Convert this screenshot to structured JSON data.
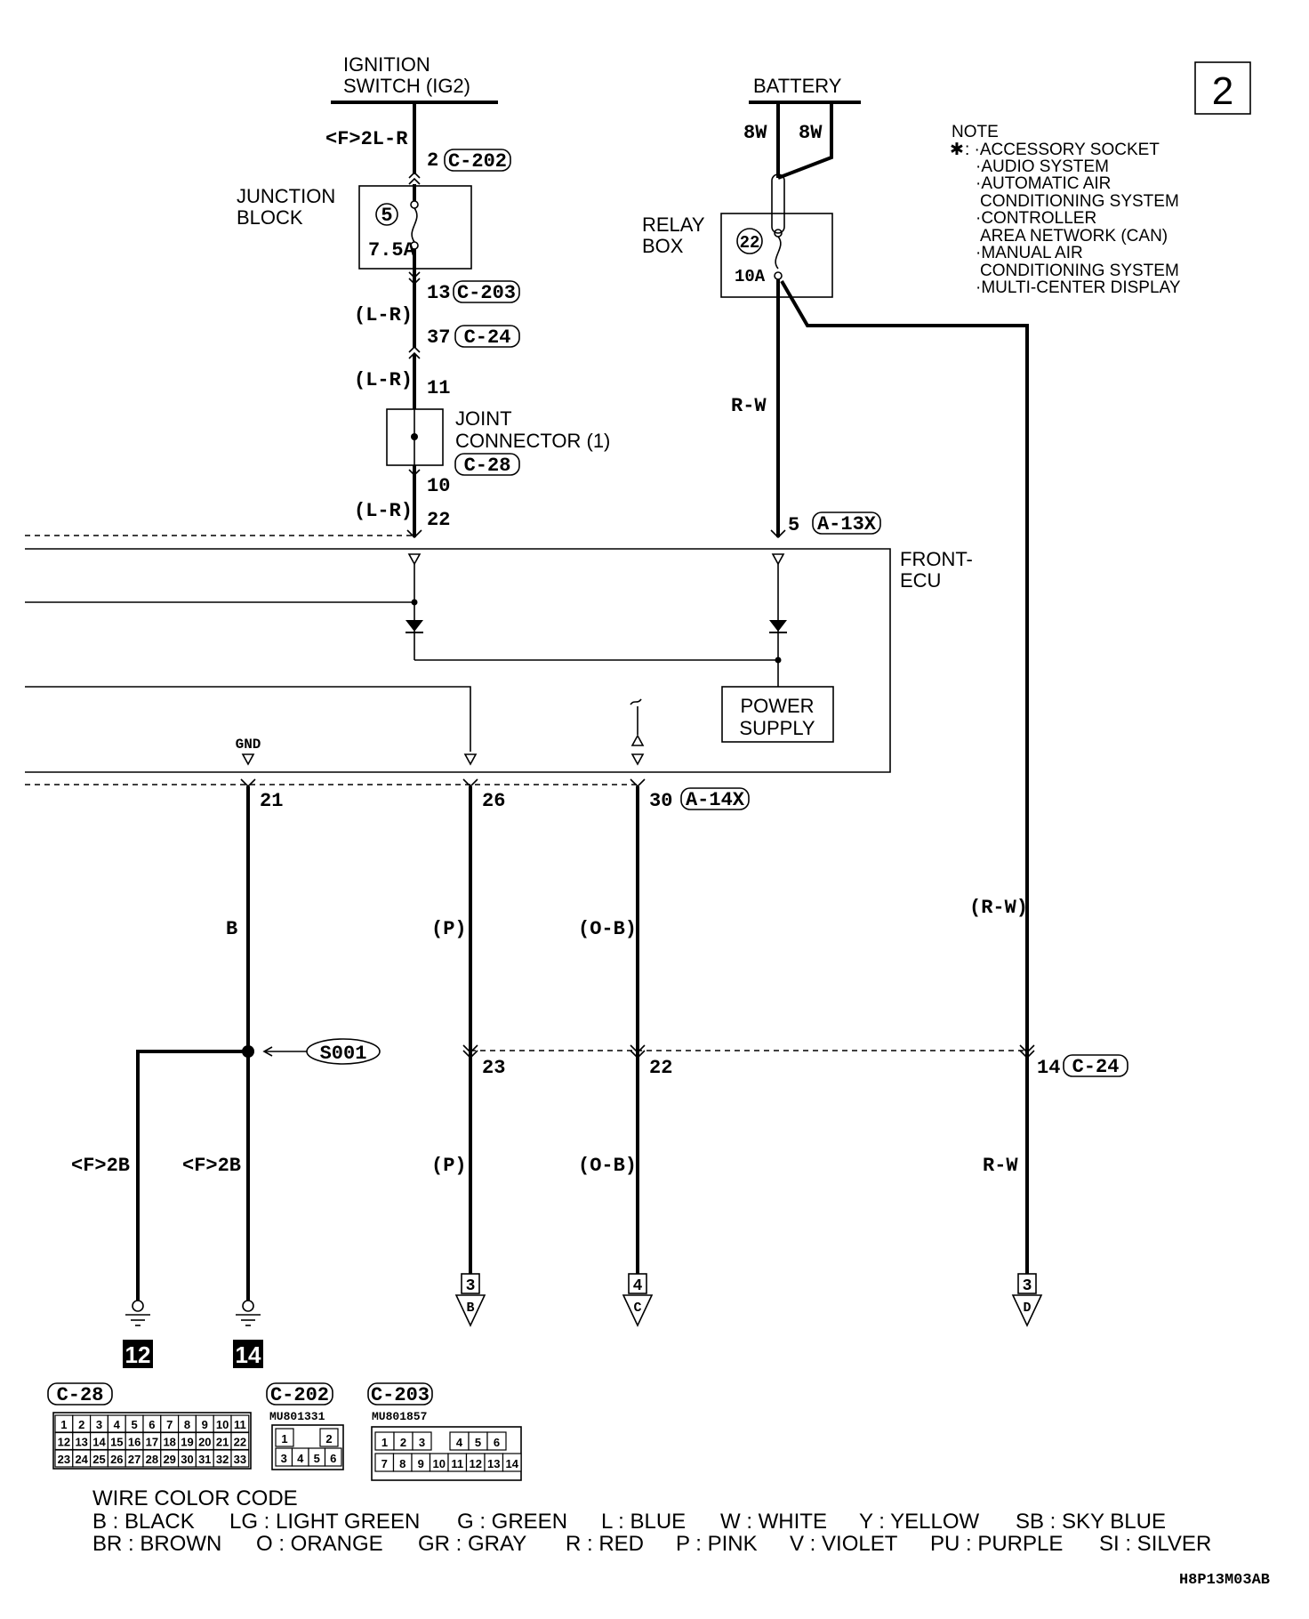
{
  "page_number": "2",
  "note": {
    "heading": "NOTE",
    "star": "✱",
    "lines": [
      ": ·ACCESSORY SOCKET",
      "·AUDIO SYSTEM",
      "·AUTOMATIC AIR",
      "CONDITIONING SYSTEM",
      "·CONTROLLER",
      "AREA NETWORK (CAN)",
      "·MANUAL AIR",
      "CONDITIONING SYSTEM",
      "·MULTI-CENTER DISPLAY"
    ]
  },
  "ignition": {
    "title_1": "IGNITION",
    "title_2": "SWITCH (IG2)",
    "wire_label": "<F>2L-R",
    "pin": "2",
    "connector": "C-202"
  },
  "junction_block": {
    "title_1": "JUNCTION",
    "title_2": "BLOCK",
    "fuse_no": "5",
    "fuse_rating": "7.5A",
    "out_pin": "13",
    "out_connector": "C-203"
  },
  "wire_lr_1": "(L-R)",
  "c24_pin": "37",
  "c24_connector": "C-24",
  "wire_lr_2": "(L-R)",
  "joint": {
    "in_pin": "11",
    "title_1": "JOINT",
    "title_2": "CONNECTOR (1)",
    "connector": "C-28",
    "out_pin": "10"
  },
  "wire_lr_3": "(L-R)",
  "ecu_pin_22": "22",
  "battery": {
    "title": "BATTERY",
    "wire_left": "8W",
    "wire_right": "8W"
  },
  "relay_box": {
    "title_1": "RELAY",
    "title_2": "BOX",
    "fuse_no": "22",
    "fuse_rating": "10A"
  },
  "wire_rw_1": "R-W",
  "ecu_pin_5": "5",
  "ecu_connector_a13x": "A-13X",
  "ecu": {
    "title_1": "FRONT-",
    "title_2": "ECU",
    "power_1": "POWER",
    "power_2": "SUPPLY",
    "gnd": "GND"
  },
  "lower_pins": {
    "p21": "21",
    "p26": "26",
    "p30": "30",
    "connector": "A-14X"
  },
  "wires_mid": {
    "b": "B",
    "p": "(P)",
    "ob": "(O-B)",
    "rw": "(R-W)"
  },
  "splice": "S001",
  "c24_lower": {
    "p23": "23",
    "p22": "22",
    "p14": "14",
    "connector": "C-24"
  },
  "wires_low": {
    "f2b_1": "<F>2B",
    "f2b_2": "<F>2B",
    "p": "(P)",
    "ob": "(O-B)",
    "rw": "R-W"
  },
  "grounds": {
    "g1": "12",
    "g2": "14"
  },
  "continuations": [
    {
      "page": "3",
      "letter": "B"
    },
    {
      "page": "4",
      "letter": "C"
    },
    {
      "page": "3",
      "letter": "D"
    }
  ],
  "connector_views": {
    "c28": {
      "label": "C-28",
      "row1": [
        "1",
        "2",
        "3",
        "4",
        "5",
        "6",
        "7",
        "8",
        "9",
        "10",
        "11"
      ],
      "row2": [
        "12",
        "13",
        "14",
        "15",
        "16",
        "17",
        "18",
        "19",
        "20",
        "21",
        "22"
      ],
      "row3": [
        "23",
        "24",
        "25",
        "26",
        "27",
        "28",
        "29",
        "30",
        "31",
        "32",
        "33"
      ]
    },
    "c202": {
      "label": "C-202",
      "part": "MU801331",
      "row1": [
        "1",
        "",
        "2"
      ],
      "row2": [
        "3",
        "4",
        "5",
        "6"
      ]
    },
    "c203": {
      "label": "C-203",
      "part": "MU801857",
      "row1": [
        "1",
        "2",
        "3",
        "",
        "4",
        "5",
        "6"
      ],
      "row2": [
        "7",
        "8",
        "9",
        "10",
        "11",
        "12",
        "13",
        "14"
      ]
    }
  },
  "wire_color_code": {
    "title": "WIRE COLOR CODE",
    "row1": [
      "B : BLACK",
      "LG : LIGHT GREEN",
      "G : GREEN",
      "L : BLUE",
      "W : WHITE",
      "Y : YELLOW",
      "SB : SKY BLUE"
    ],
    "row2": [
      "BR : BROWN",
      "O : ORANGE",
      "GR : GRAY",
      "R : RED",
      "P : PINK",
      "V : VIOLET",
      "PU : PURPLE",
      "SI : SILVER"
    ]
  },
  "figure_code": "H8P13M03AB"
}
